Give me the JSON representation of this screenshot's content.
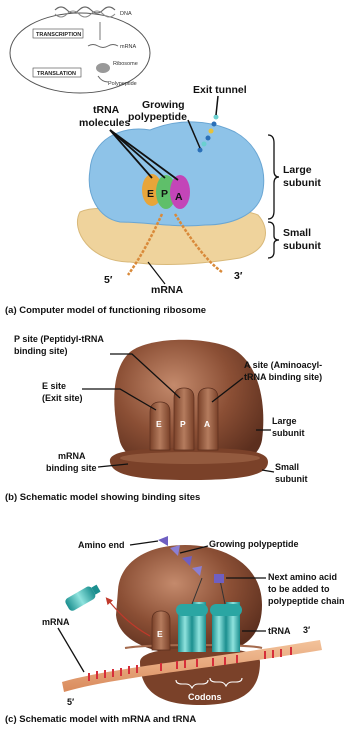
{
  "inset": {
    "transcription": "TRANSCRIPTION",
    "translation": "TRANSLATION",
    "dna": "DNA",
    "mrna": "mRNA",
    "ribosome": "Ribosome",
    "polypeptide": "Polypeptide"
  },
  "panel_a": {
    "trna_molecules": [
      "tRNA",
      "molecules"
    ],
    "growing_polypeptide": [
      "Growing",
      "polypeptide"
    ],
    "exit_tunnel": "Exit tunnel",
    "large_subunit": [
      "Large",
      "subunit"
    ],
    "small_subunit": [
      "Small",
      "subunit"
    ],
    "site_e": "E",
    "site_p": "P",
    "site_a": "A",
    "five_prime": "5′",
    "three_prime": "3′",
    "mrna": "mRNA",
    "caption": "(a) Computer model of functioning ribosome"
  },
  "panel_b": {
    "p_site": [
      "P site (Peptidyl-tRNA",
      "binding site)"
    ],
    "a_site": [
      "A site (Aminoacyl-",
      "tRNA binding site)"
    ],
    "e_site": [
      "E site",
      "(Exit site)"
    ],
    "large_subunit": [
      "Large",
      "subunit"
    ],
    "mrna_binding": [
      "mRNA",
      "binding site"
    ],
    "small_subunit": [
      "Small",
      "subunit"
    ],
    "site_e": "E",
    "site_p": "P",
    "site_a": "A",
    "caption": "(b) Schematic model showing binding sites"
  },
  "panel_c": {
    "amino_end": "Amino end",
    "growing_polypeptide": "Growing polypeptide",
    "next_amino_acid": [
      "Next amino acid",
      "to be added to",
      "polypeptide chain"
    ],
    "mrna": "mRNA",
    "trna": "tRNA",
    "three_prime": "3′",
    "five_prime": "5′",
    "site_e": "E",
    "codons": "Codons",
    "caption": "(c) Schematic model with mRNA and tRNA"
  }
}
